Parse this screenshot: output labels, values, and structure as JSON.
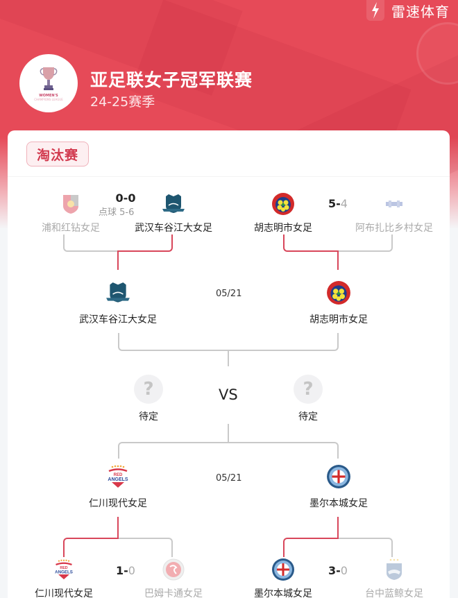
{
  "brand": {
    "name": "雷速体育",
    "icon": "lightning-bolt-icon"
  },
  "league": {
    "title": "亚足联女子冠军联赛",
    "season": "24-25赛季",
    "logo_text": "WOMEN'S",
    "logo_sub": "CHAMPIONS LEAGUE"
  },
  "section": {
    "label": "淘汰赛"
  },
  "colors": {
    "accent": "#e64a58",
    "winner_line": "#d8465a",
    "loser_line": "#c9c9c9"
  },
  "quarterfinals_top": [
    {
      "home": {
        "name": "浦和红钻女足",
        "winner": false
      },
      "away": {
        "name": "武汉车谷江大女足",
        "winner": true
      },
      "score_home": "0",
      "score_away": "0",
      "score_sep": "-",
      "penalties": "点球 5-6"
    },
    {
      "home": {
        "name": "胡志明市女足",
        "winner": true
      },
      "away": {
        "name": "阿布扎比乡村女足",
        "winner": false
      },
      "score_home": "5",
      "score_away": "4",
      "score_sep": "-"
    }
  ],
  "semifinal_top": {
    "date": "05/21",
    "home": {
      "name": "武汉车谷江大女足"
    },
    "away": {
      "name": "胡志明市女足"
    }
  },
  "final": {
    "vs_label": "VS",
    "home": {
      "name": "待定",
      "icon": "?"
    },
    "away": {
      "name": "待定",
      "icon": "?"
    }
  },
  "semifinal_bottom": {
    "date": "05/21",
    "home": {
      "name": "仁川现代女足"
    },
    "away": {
      "name": "墨尔本城女足"
    }
  },
  "quarterfinals_bottom": [
    {
      "home": {
        "name": "仁川现代女足",
        "winner": true
      },
      "away": {
        "name": "巴姆卡通女足",
        "winner": false
      },
      "score_home": "1",
      "score_away": "0",
      "score_sep": "-"
    },
    {
      "home": {
        "name": "墨尔本城女足",
        "winner": true
      },
      "away": {
        "name": "台中蓝鲸女足",
        "winner": false
      },
      "score_home": "3",
      "score_away": "0",
      "score_sep": "-"
    }
  ]
}
